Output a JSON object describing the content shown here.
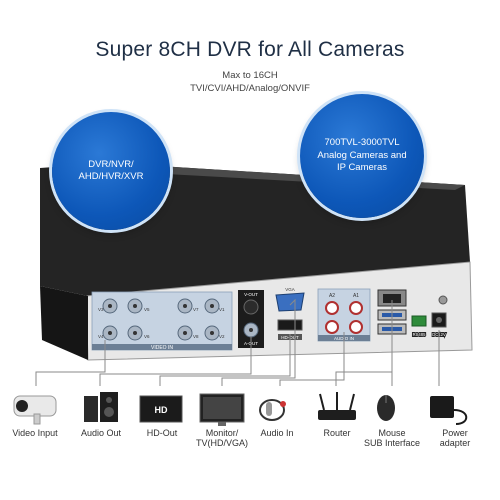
{
  "header": {
    "title": "Super 8CH DVR for All Cameras",
    "subtitle_line1": "Max to 16CH",
    "subtitle_line2": "TVI/CVI/AHD/Analog/ONVIF"
  },
  "bubbles": {
    "left": {
      "line1": "DVR/NVR/",
      "line2": "AHD/HVR/XVR"
    },
    "right": {
      "line1": "700TVL-3000TVL",
      "line2": "Analog Cameras and",
      "line3": "IP Cameras"
    }
  },
  "panel": {
    "video_in": "VIDEO IN",
    "v_out": "V-OUT",
    "a_out": "A-OUT",
    "vga": "VGA",
    "hd_out": "HD-OUT",
    "audio_in": "AUDIO IN",
    "a2": "A2",
    "a1": "A1",
    "rs485": "RS485",
    "dc12v": "DC12V",
    "ports": [
      "V3",
      "V5",
      "V7",
      "V1",
      "V4",
      "V6",
      "V8",
      "V2"
    ]
  },
  "accessories": [
    {
      "label_line1": "Video Input",
      "label_line2": "",
      "icon": "camera-icon"
    },
    {
      "label_line1": "Audio Out",
      "label_line2": "",
      "icon": "speaker-icon"
    },
    {
      "label_line1": "HD-Out",
      "label_line2": "",
      "icon": "hd-tv-icon"
    },
    {
      "label_line1": "Monitor/",
      "label_line2": "TV(HD/VGA)",
      "icon": "monitor-icon"
    },
    {
      "label_line1": "Audio In",
      "label_line2": "",
      "icon": "microphone-icon"
    },
    {
      "label_line1": "Router",
      "label_line2": "",
      "icon": "router-icon"
    },
    {
      "label_line1": "Mouse",
      "label_line2": "SUB Interface",
      "icon": "mouse-icon"
    },
    {
      "label_line1": "Power",
      "label_line2": "adapter",
      "icon": "power-adapter-icon"
    }
  ]
}
